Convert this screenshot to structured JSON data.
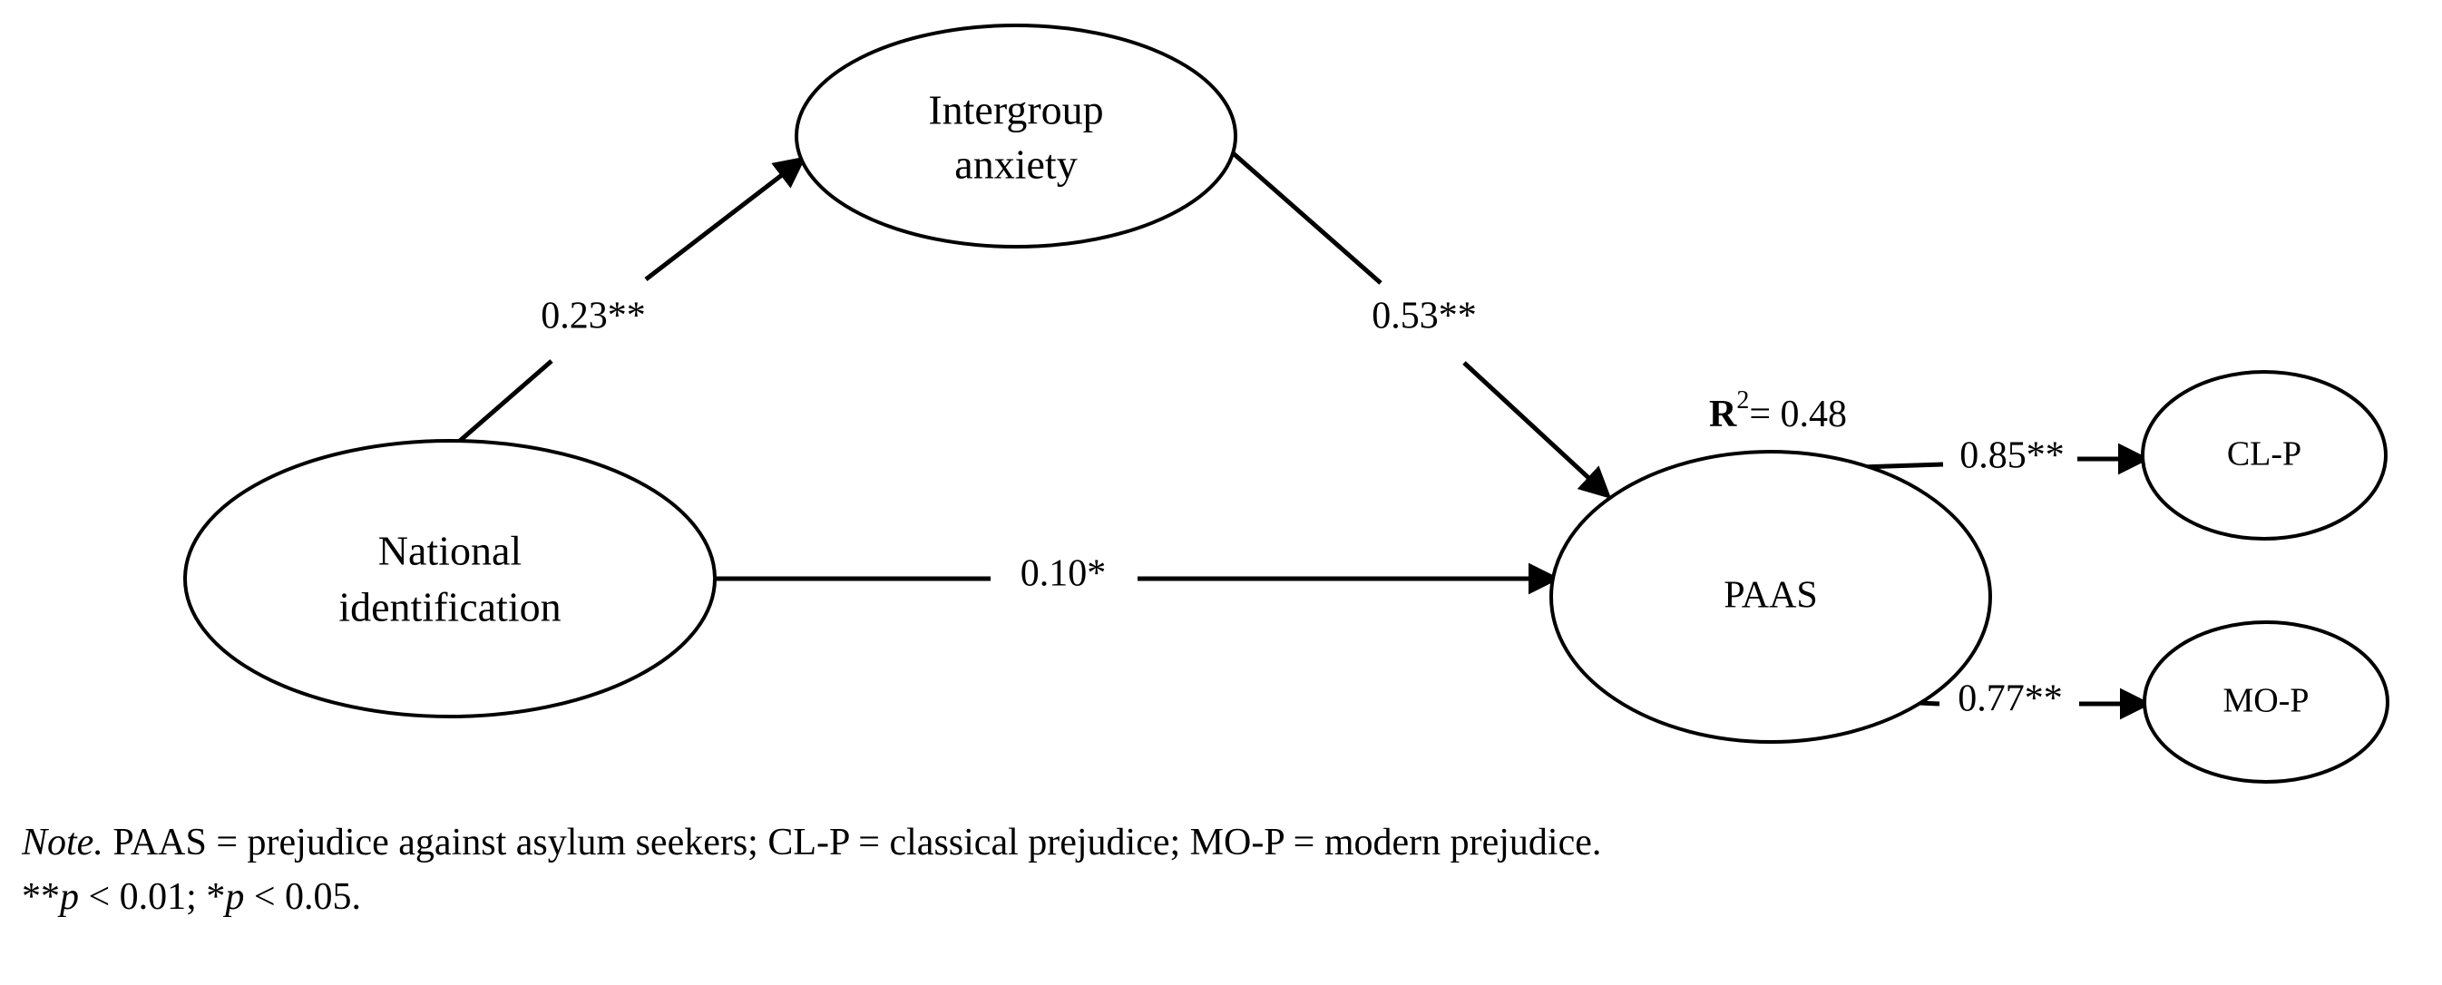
{
  "figure": {
    "type": "path-diagram",
    "nodes": [
      {
        "id": "national_identification",
        "label_line1": "National",
        "label_line2": "identification",
        "role": "predictor"
      },
      {
        "id": "intergroup_anxiety",
        "label_line1": "Intergroup",
        "label_line2": "anxiety",
        "role": "mediator"
      },
      {
        "id": "paas",
        "label": "PAAS",
        "role": "outcome"
      },
      {
        "id": "cl_p",
        "label": "CL-P",
        "role": "indicator"
      },
      {
        "id": "mo_p",
        "label": "MO-P",
        "role": "indicator"
      }
    ],
    "paths": [
      {
        "id": "ni_to_anxiety",
        "from": "national_identification",
        "to": "intergroup_anxiety",
        "coefficient": "0.23**",
        "value": 0.23,
        "significance": "p < 0.01"
      },
      {
        "id": "anxiety_to_paas",
        "from": "intergroup_anxiety",
        "to": "paas",
        "coefficient": "0.53**",
        "value": 0.53,
        "significance": "p < 0.01"
      },
      {
        "id": "ni_to_paas",
        "from": "national_identification",
        "to": "paas",
        "coefficient": "0.10*",
        "value": 0.1,
        "significance": "p < 0.05"
      },
      {
        "id": "paas_to_clp",
        "from": "paas",
        "to": "cl_p",
        "coefficient": "0.85**",
        "value": 0.85,
        "significance": "p < 0.01"
      },
      {
        "id": "paas_to_mop",
        "from": "paas",
        "to": "mo_p",
        "coefficient": "0.77**",
        "value": 0.77,
        "significance": "p < 0.01"
      }
    ],
    "statistics": {
      "r_squared_symbol": "R",
      "r_squared_exponent": "2",
      "r_squared_equals": "= 0.48",
      "r_squared_value": 0.48,
      "r_squared_target": "paas"
    },
    "note": {
      "prefix": "Note.",
      "line1_rest": " PAAS = prejudice against asylum seekers; CL-P = classical prejudice; MO-P = modern prejudice.",
      "line2_stars2": "**",
      "line2_p1": "p",
      "line2_val1": " < 0.01; ",
      "line2_stars1": "*",
      "line2_p2": "p",
      "line2_val2": " < 0.05."
    },
    "colors": {
      "background": "#ffffff",
      "stroke": "#000000",
      "text": "#000000"
    }
  }
}
